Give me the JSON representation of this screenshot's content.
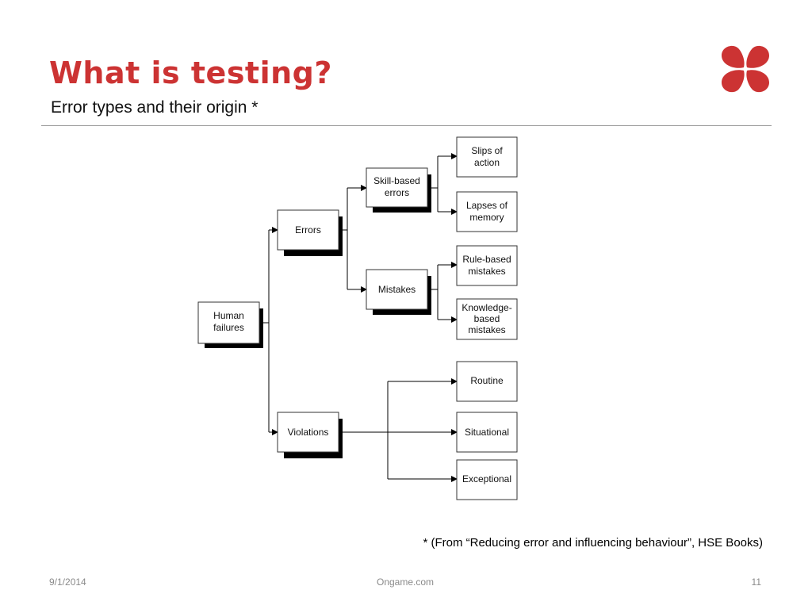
{
  "slide": {
    "title": "What is testing?",
    "subtitle": "Error types and their origin *",
    "footnote": "* (From “Reducing error and influencing behaviour”, HSE Books)",
    "accent_color": "#cc3333",
    "logo_icon": "four-petal-clover-icon"
  },
  "diagram": {
    "nodes": {
      "human_failures": [
        "Human",
        "failures"
      ],
      "errors": [
        "Errors"
      ],
      "violations": [
        "Violations"
      ],
      "skill_based": [
        "Skill-based",
        "errors"
      ],
      "mistakes": [
        "Mistakes"
      ],
      "slips": [
        "Slips of",
        "action"
      ],
      "lapses": [
        "Lapses of",
        "memory"
      ],
      "rule_based": [
        "Rule-based",
        "mistakes"
      ],
      "knowledge_based": [
        "Knowledge-",
        "based",
        "mistakes"
      ],
      "routine": [
        "Routine"
      ],
      "situational": [
        "Situational"
      ],
      "exceptional": [
        "Exceptional"
      ]
    }
  },
  "footer": {
    "date": "9/1/2014",
    "site": "Ongame.com",
    "page": "11"
  }
}
